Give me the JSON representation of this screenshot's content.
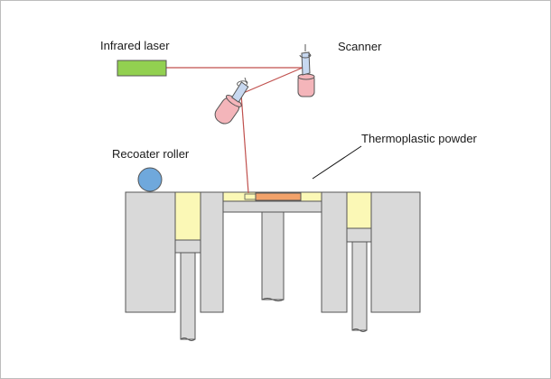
{
  "labels": {
    "infrared_laser": "Infrared laser",
    "scanner": "Scanner",
    "thermoplastic_powder": "Thermoplastic powder",
    "recoater_roller": "Recoater roller"
  },
  "colors": {
    "outline": "#555555",
    "structure_gray": "#d9d9d9",
    "powder_yellow": "#fbf8b6",
    "sintered_orange": "#f2a26a",
    "laser_beam": "#c0504d",
    "laser_body": "#92d050",
    "mirror_blue": "#c7d8f0",
    "motor_pink": "#f4b5ba",
    "roller_blue": "#6fa8dc"
  },
  "icons": {
    "laser": "laser-icon",
    "scanner": "scanner-mirror-icon",
    "secondary_mirror": "galvo-mirror-icon",
    "roller": "recoater-roller-icon"
  }
}
